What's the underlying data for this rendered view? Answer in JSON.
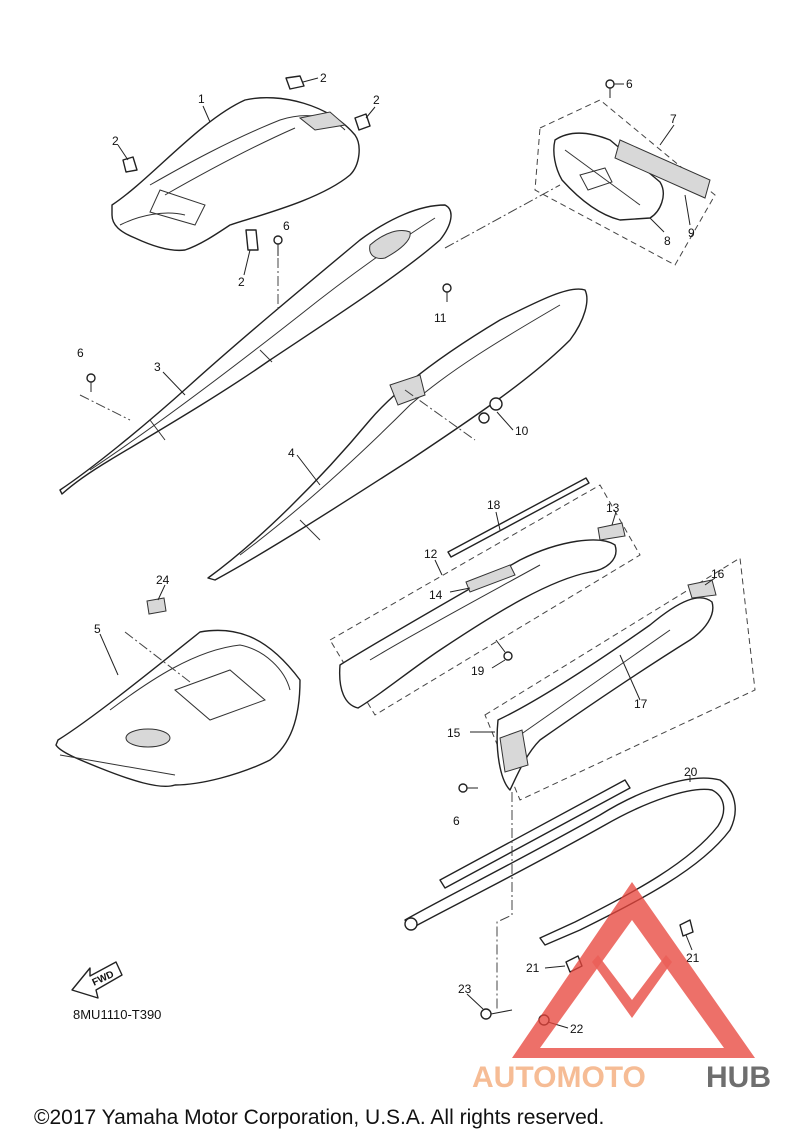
{
  "diagram": {
    "callouts": {
      "c1": "1",
      "c2a": "2",
      "c2b": "2",
      "c2c": "2",
      "c2d": "2",
      "c3": "3",
      "c4": "4",
      "c5": "5",
      "c6a": "6",
      "c6b": "6",
      "c6c": "6",
      "c6d": "6",
      "c7": "7",
      "c8": "8",
      "c9": "9",
      "c10": "10",
      "c11": "11",
      "c12": "12",
      "c13": "13",
      "c14": "14",
      "c15": "15",
      "c16": "16",
      "c17": "17",
      "c18": "18",
      "c19": "19",
      "c20": "20",
      "c21a": "21",
      "c21b": "21",
      "c22": "22",
      "c23": "23",
      "c24": "24"
    },
    "fwd_label": "FWD",
    "figure_code": "8MU1110-T390"
  },
  "watermark": {
    "brand_part1": "AUTOMOTO",
    "brand_part2": "HUB",
    "logo_color": "#e8453c",
    "text_color_1": "#f5b183",
    "text_color_2": "#555555"
  },
  "footer": {
    "copyright": "©2017 Yamaha Motor Corporation, U.S.A. All rights reserved."
  }
}
